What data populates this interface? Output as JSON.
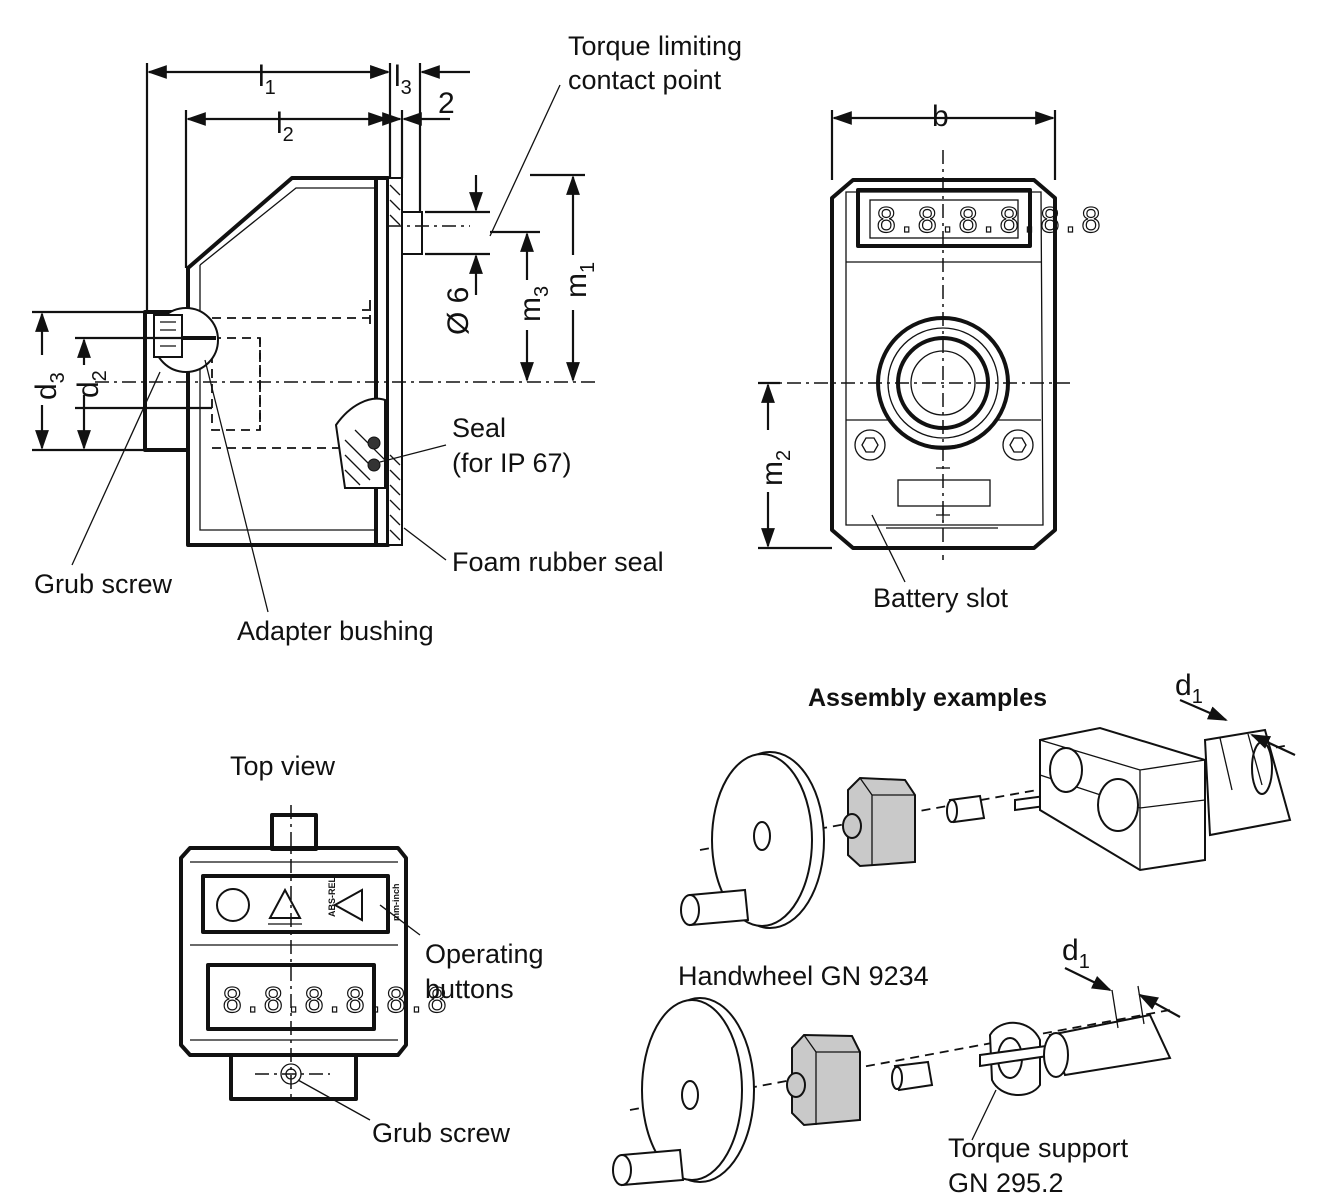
{
  "labels": {
    "torque_limiting": [
      "Torque limiting",
      "contact point"
    ],
    "seal": [
      "Seal",
      "(for IP 67)"
    ],
    "foam_rubber_seal": "Foam rubber seal",
    "grub_screw_side": "Grub screw",
    "adapter_bushing": "Adapter bushing",
    "battery_slot": "Battery slot",
    "top_view": "Top view",
    "operating_buttons": [
      "Operating",
      "buttons"
    ],
    "grub_screw_top": "Grub screw",
    "assembly_examples": "Assembly examples",
    "handwheel": "Handwheel GN 9234",
    "torque_support": [
      "Torque support",
      "GN 295.2"
    ]
  },
  "dimensions": {
    "l": "l",
    "sub1": "1",
    "sub2": "2",
    "sub3": "3",
    "two": "2",
    "diameter": "Ø 6",
    "m": "m",
    "d": "d",
    "b": "b"
  },
  "device": {
    "display_digits": "8.8.8.8.8.8",
    "btn_abs_rel": "ABS-REL",
    "btn_mm_inch": "mm-inch"
  }
}
